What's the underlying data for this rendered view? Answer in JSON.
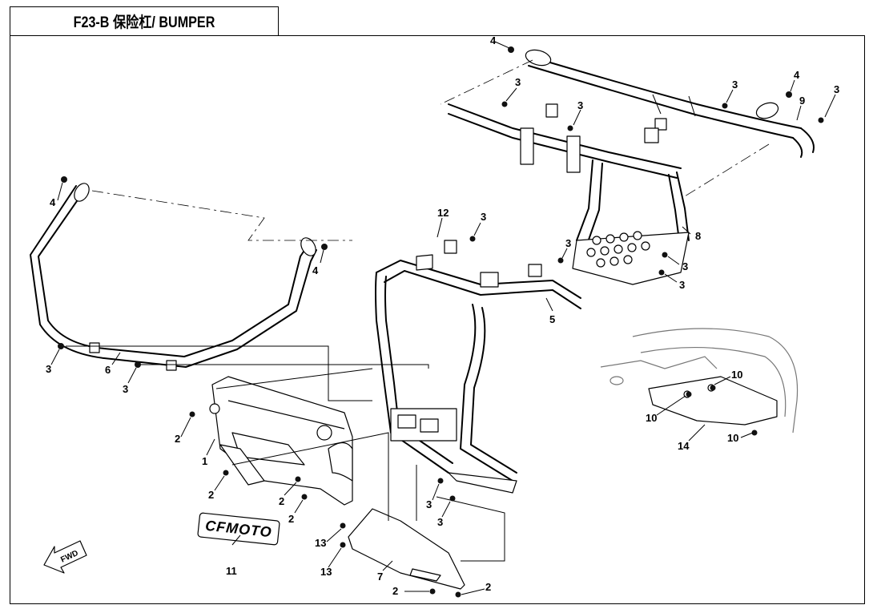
{
  "title": "F23-B 保险杠/ BUMPER",
  "fwd_label": "FWD",
  "logo_text": "CFMOTO",
  "callouts": {
    "c1": "1",
    "c2a": "2",
    "c2b": "2",
    "c2c": "2",
    "c2d": "2",
    "c2e": "2",
    "c2f": "2",
    "c3a": "3",
    "c3b": "3",
    "c3c": "3",
    "c3d": "3",
    "c3e": "3",
    "c3f": "3",
    "c3g": "3",
    "c3h": "3",
    "c3i": "3",
    "c3j": "3",
    "c3k": "3",
    "c4a": "4",
    "c4b": "4",
    "c4c": "4",
    "c4d": "4",
    "c5": "5",
    "c6": "6",
    "c7": "7",
    "c8": "8",
    "c9": "9",
    "c10a": "10",
    "c10b": "10",
    "c10c": "10",
    "c11": "11",
    "c12": "12",
    "c13a": "13",
    "c13b": "13",
    "c14": "14"
  }
}
